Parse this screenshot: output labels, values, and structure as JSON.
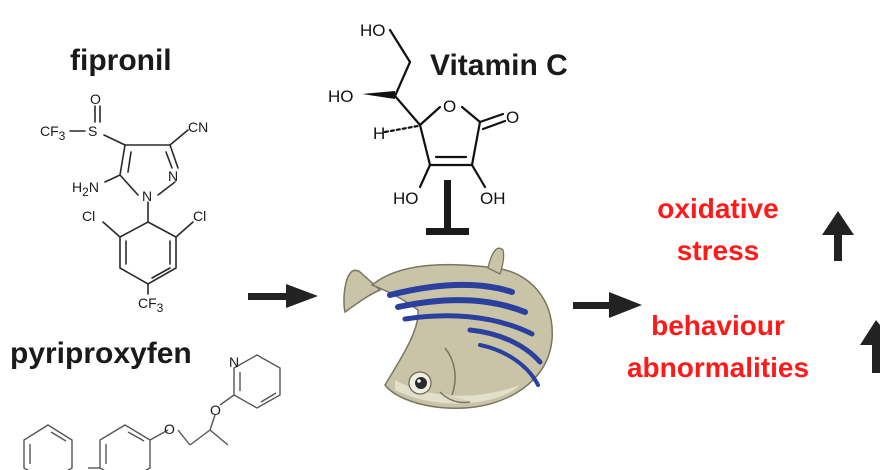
{
  "compounds": {
    "fipronil": {
      "name": "fipronil",
      "atoms": {
        "o": "O",
        "s": "S",
        "cf3_left": "CF",
        "cf3_left_sub": "3",
        "cn": "CN",
        "nh2": "H",
        "nh2_sub": "2",
        "nh2_n": "N",
        "n1": "N",
        "n2": "N",
        "cl_left": "Cl",
        "cl_right": "Cl",
        "cf3_bottom": "CF",
        "cf3_bottom_sub": "3"
      }
    },
    "vitamin_c": {
      "name": "Vitamin C",
      "atoms": {
        "ho_top": "HO",
        "ho_mid": "HO",
        "h": "H",
        "o_ring": "O",
        "o_carbonyl": "O",
        "ho_bottom_left": "HO",
        "oh_bottom_right": "OH"
      }
    },
    "pyriproxyfen": {
      "name": "pyriproxyfen",
      "atoms": {
        "n": "N",
        "o_upper": "O",
        "o_lower": "O"
      }
    }
  },
  "effects": [
    {
      "label_line1": "oxidative",
      "label_line2": "stress",
      "trend": "increase"
    },
    {
      "label_line1": "behaviour",
      "label_line2": "abnormalities",
      "trend": "increase"
    }
  ],
  "colors": {
    "effect_text": "#ff1a1a",
    "arrow": "#222222",
    "inhibitor": "#1a1a1a",
    "fish_body": "#c9c4a8",
    "fish_stripe": "#2a3f9e"
  },
  "icons": {
    "fish": "zebrafish-icon",
    "inhibition": "inhibition-bar-icon"
  }
}
